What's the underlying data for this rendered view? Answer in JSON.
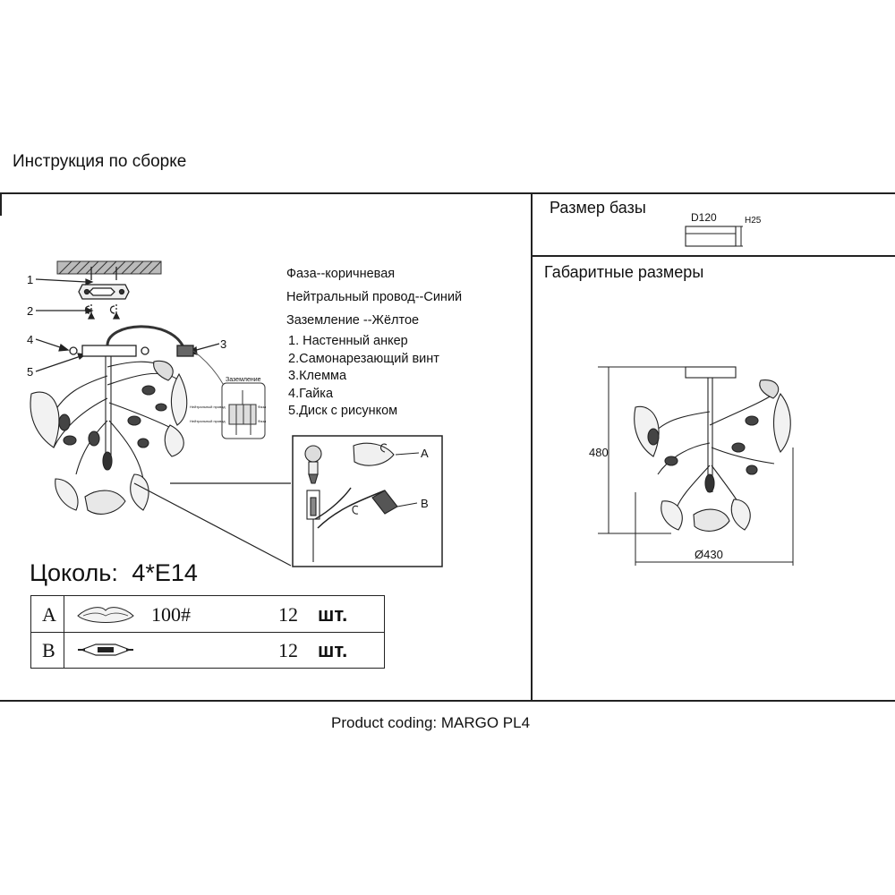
{
  "header": {
    "title": "Инструкция по сборке"
  },
  "wiring": [
    "Фаза--коричневая",
    "Нейтральный провод--Синий",
    "Заземление --Жёлтое"
  ],
  "parts": [
    "1. Настенный анкер",
    "2.Самонарезающий винт",
    "3.Клемма",
    "4.Гайка",
    "5.Диск с рисунком"
  ],
  "callouts": {
    "n1": "1",
    "n2": "2",
    "n3": "3",
    "n4": "4",
    "n5": "5",
    "a": "A",
    "b": "B"
  },
  "terminal": {
    "title": "Заземление",
    "left_top": "Нейтральный провод",
    "left_bottom": "Нейтральный провод",
    "right_top": "Фаза",
    "right_bottom": "Фаза"
  },
  "socket": {
    "label": "Цоколь:",
    "value": "4*E14"
  },
  "table": [
    {
      "letter": "A",
      "code": "100#",
      "qty": "12",
      "unit": "шт."
    },
    {
      "letter": "B",
      "code": "",
      "qty": "12",
      "unit": "шт."
    }
  ],
  "base": {
    "title": "Размер базы",
    "diameter": "D120",
    "height": "H25"
  },
  "dims": {
    "title": "Габаритные размеры",
    "height": "480",
    "width": "Ø430"
  },
  "footer": {
    "product": "Product coding: MARGO PL4"
  }
}
